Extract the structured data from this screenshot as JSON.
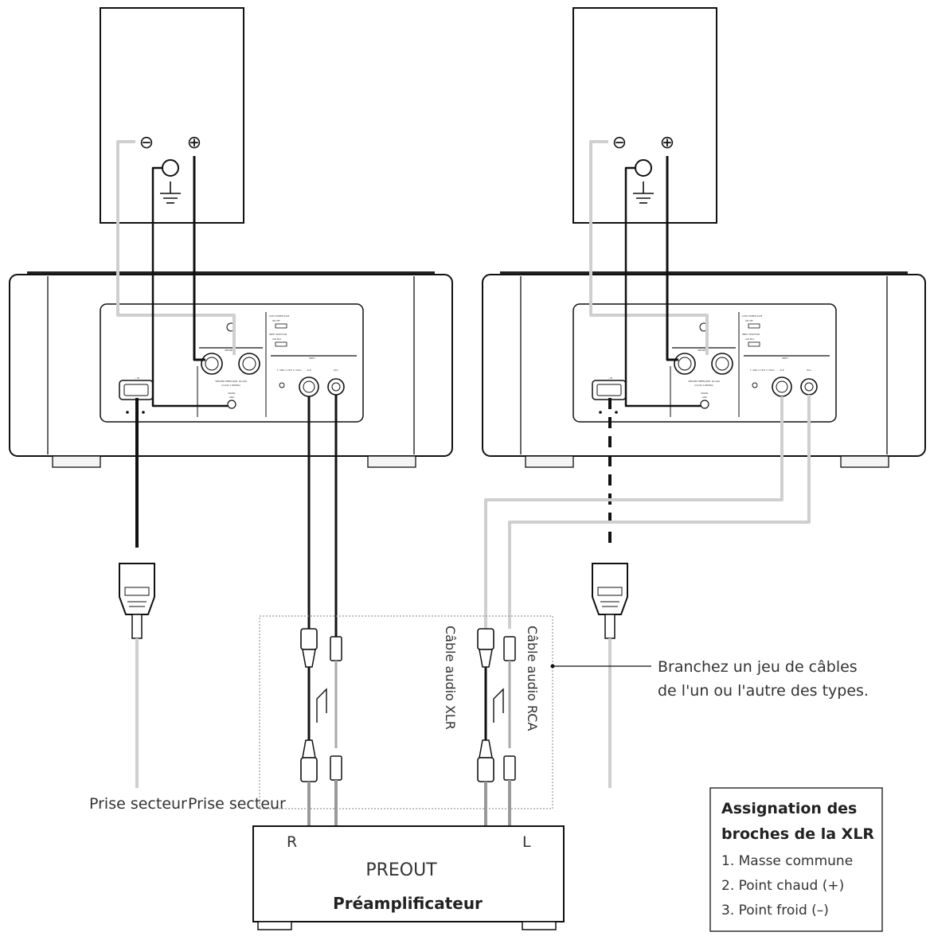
{
  "callout": {
    "line1": "Branchez un jeu de câbles",
    "line2": "de l'un ou l'autre des types."
  },
  "cables": {
    "xlr": "Câble audio XLR",
    "rca": "Câble audio RCA"
  },
  "mains": {
    "left": "Prise secteur",
    "right": "Prise secteur"
  },
  "preamp": {
    "output": "PREOUT",
    "name": "Préamplificateur",
    "channel_r": "R",
    "channel_l": "L"
  },
  "pin_box": {
    "title_line1": "Assignation des",
    "title_line2": "broches de la XLR",
    "items": [
      "1. Masse commune",
      "2. Point chaud (+)",
      "3. Point froid (–)"
    ]
  },
  "speaker": {
    "minus": "⊖",
    "plus": "⊕"
  },
  "amp_panel": {
    "ac_in": "~ IN",
    "speaker": "SPEAKER",
    "impedance_line1": "SPEAKER IMPEDANCE: 4Ω-16Ω",
    "impedance_line2": "(CLASS 2 WIRING)",
    "signal_gnd_line1": "SIGNAL",
    "signal_gnd_line2": "GND",
    "auto_power_save": "AUTO POWER SAVE",
    "input_selector": "INPUT SELECTOR",
    "on_off": "ON  OFF",
    "xlr_rca": "XLR  RCA",
    "input": "INPUT",
    "xlr": "XLR",
    "rca": "RCA",
    "pin_assign": "1: GND 2: HOT 3: COLD"
  }
}
